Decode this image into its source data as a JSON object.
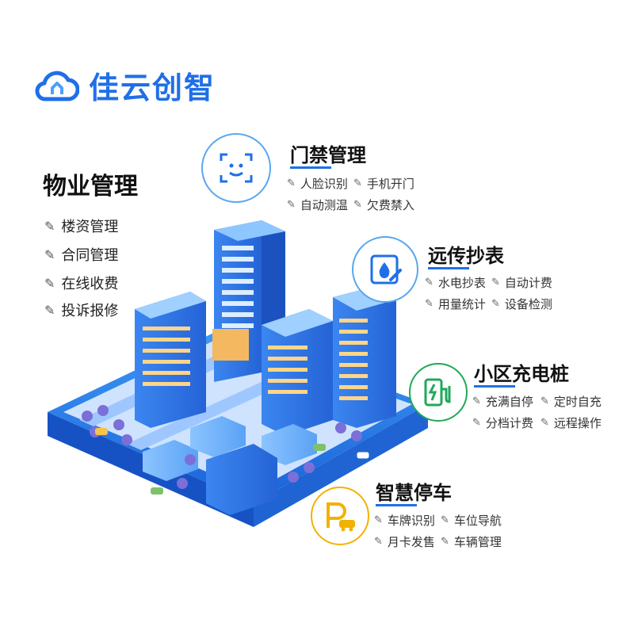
{
  "brand": {
    "name": "佳云创智",
    "icon": "cloud-home-icon"
  },
  "colors": {
    "primary": "#1f6fe8",
    "charging": "#1fa85a",
    "parking": "#f2b200",
    "bubble_border": "#5aa6ef"
  },
  "property": {
    "title": "物业管理",
    "items": [
      "楼资管理",
      "合同管理",
      "在线收费",
      "投诉报修"
    ]
  },
  "access": {
    "title": "门禁管理",
    "icon": "face-scan-icon",
    "features": [
      "人脸识别",
      "手机开门",
      "自动测温",
      "欠费禁入"
    ]
  },
  "meter": {
    "title": "远传抄表",
    "icon": "water-drop-icon",
    "features": [
      "水电抄表",
      "自动计费",
      "用量统计",
      "设备检测"
    ]
  },
  "charging": {
    "title": "小区充电桩",
    "icon": "charging-pile-icon",
    "features": [
      "充满自停",
      "定时自充",
      "分档计费",
      "远程操作"
    ]
  },
  "parking": {
    "title": "智慧停车",
    "icon": "parking-car-icon",
    "features": [
      "车牌识别",
      "车位导航",
      "月卡发售",
      "车辆管理"
    ]
  },
  "illustration": {
    "icon": "smart-city-illustration-icon"
  }
}
